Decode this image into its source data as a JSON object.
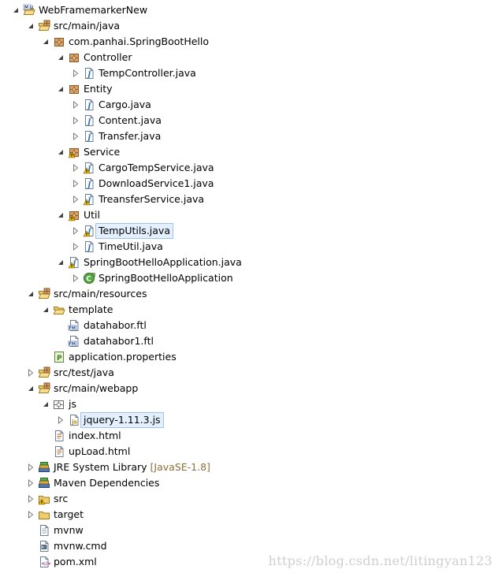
{
  "tree": [
    {
      "name": "project-webframemarkernew",
      "label": "WebFramemarkerNew",
      "level": 0,
      "twisty": "open",
      "icon": "maven-project-icon"
    },
    {
      "name": "source-folder-src-main-java",
      "label": "src/main/java",
      "level": 1,
      "twisty": "open",
      "icon": "source-folder-icon"
    },
    {
      "name": "package-com-panhai-springboothello",
      "label": "com.panhai.SpringBootHello",
      "level": 2,
      "twisty": "open",
      "icon": "package-icon"
    },
    {
      "name": "package-controller",
      "label": "Controller",
      "level": 3,
      "twisty": "open",
      "icon": "package-icon"
    },
    {
      "name": "file-tempcontroller-java",
      "label": "TempController.java",
      "level": 4,
      "twisty": "closed",
      "icon": "java-file-icon"
    },
    {
      "name": "package-entity",
      "label": "Entity",
      "level": 3,
      "twisty": "open",
      "icon": "package-icon"
    },
    {
      "name": "file-cargo-java",
      "label": "Cargo.java",
      "level": 4,
      "twisty": "closed",
      "icon": "java-file-icon"
    },
    {
      "name": "file-content-java",
      "label": "Content.java",
      "level": 4,
      "twisty": "closed",
      "icon": "java-file-icon"
    },
    {
      "name": "file-transfer-java",
      "label": "Transfer.java",
      "level": 4,
      "twisty": "closed",
      "icon": "java-file-icon"
    },
    {
      "name": "package-service",
      "label": "Service",
      "level": 3,
      "twisty": "open",
      "icon": "package-warning-icon"
    },
    {
      "name": "file-cargotempservice-java",
      "label": "CargoTempService.java",
      "level": 4,
      "twisty": "closed",
      "icon": "java-file-warning-icon"
    },
    {
      "name": "file-downloadservice1-java",
      "label": "DownloadService1.java",
      "level": 4,
      "twisty": "closed",
      "icon": "java-file-icon"
    },
    {
      "name": "file-treansferservice-java",
      "label": "TreansferService.java",
      "level": 4,
      "twisty": "closed",
      "icon": "java-file-warning-icon"
    },
    {
      "name": "package-util",
      "label": "Util",
      "level": 3,
      "twisty": "open",
      "icon": "package-warning-icon"
    },
    {
      "name": "file-temputils-java",
      "label": "TempUtils.java",
      "level": 4,
      "twisty": "closed",
      "icon": "java-file-warning-icon",
      "selected": true
    },
    {
      "name": "file-timeutil-java",
      "label": "TimeUtil.java",
      "level": 4,
      "twisty": "closed",
      "icon": "java-file-icon"
    },
    {
      "name": "file-springboothelloapplication-java",
      "label": "SpringBootHelloApplication.java",
      "level": 3,
      "twisty": "open",
      "icon": "java-file-warning-icon"
    },
    {
      "name": "class-springboothelloapplication",
      "label": "SpringBootHelloApplication",
      "level": 4,
      "twisty": "closed",
      "icon": "spring-class-icon"
    },
    {
      "name": "source-folder-src-main-resources",
      "label": "src/main/resources",
      "level": 1,
      "twisty": "open",
      "icon": "source-folder-icon"
    },
    {
      "name": "folder-template",
      "label": "template",
      "level": 2,
      "twisty": "open",
      "icon": "folder-open-icon"
    },
    {
      "name": "file-datahabor-ftl",
      "label": "datahabor.ftl",
      "level": 3,
      "twisty": "none",
      "icon": "ftl-file-icon"
    },
    {
      "name": "file-datahabor1-ftl",
      "label": "datahabor1.ftl",
      "level": 3,
      "twisty": "none",
      "icon": "ftl-file-icon"
    },
    {
      "name": "file-application-properties",
      "label": "application.properties",
      "level": 2,
      "twisty": "none",
      "icon": "properties-file-icon"
    },
    {
      "name": "source-folder-src-test-java",
      "label": "src/test/java",
      "level": 1,
      "twisty": "closed",
      "icon": "source-folder-icon"
    },
    {
      "name": "source-folder-src-main-webapp",
      "label": "src/main/webapp",
      "level": 1,
      "twisty": "open",
      "icon": "source-folder-icon"
    },
    {
      "name": "package-js",
      "label": "js",
      "level": 2,
      "twisty": "open",
      "icon": "js-package-icon"
    },
    {
      "name": "file-jquery-js",
      "label": "jquery-1.11.3.js",
      "level": 3,
      "twisty": "closed",
      "icon": "js-file-icon",
      "boxed": true
    },
    {
      "name": "file-index-html",
      "label": "index.html",
      "level": 2,
      "twisty": "none",
      "icon": "html-file-icon"
    },
    {
      "name": "file-upload-html",
      "label": "upLoad.html",
      "level": 2,
      "twisty": "none",
      "icon": "html-file-icon"
    },
    {
      "name": "library-jre-system",
      "label": "JRE System Library",
      "decoration": "[JavaSE-1.8]",
      "level": 1,
      "twisty": "closed",
      "icon": "library-icon"
    },
    {
      "name": "library-maven-dependencies",
      "label": "Maven Dependencies",
      "level": 1,
      "twisty": "closed",
      "icon": "library-icon"
    },
    {
      "name": "folder-src",
      "label": "src",
      "level": 1,
      "twisty": "closed",
      "icon": "folder-warning-icon"
    },
    {
      "name": "folder-target",
      "label": "target",
      "level": 1,
      "twisty": "closed",
      "icon": "folder-icon"
    },
    {
      "name": "file-mvnw",
      "label": "mvnw",
      "level": 1,
      "twisty": "none",
      "icon": "text-file-icon"
    },
    {
      "name": "file-mvnw-cmd",
      "label": "mvnw.cmd",
      "level": 1,
      "twisty": "none",
      "icon": "cmd-file-icon"
    },
    {
      "name": "file-pom-xml",
      "label": "pom.xml",
      "level": 1,
      "twisty": "none",
      "icon": "xml-file-icon"
    }
  ],
  "watermark": "https://blog.csdn.net/litingyan123",
  "colors": {
    "selection": "#e4efff",
    "decoration": "#8b6f3a",
    "java": "#2f6db8",
    "package": "#b5772d",
    "folder": "#e8c46a"
  }
}
